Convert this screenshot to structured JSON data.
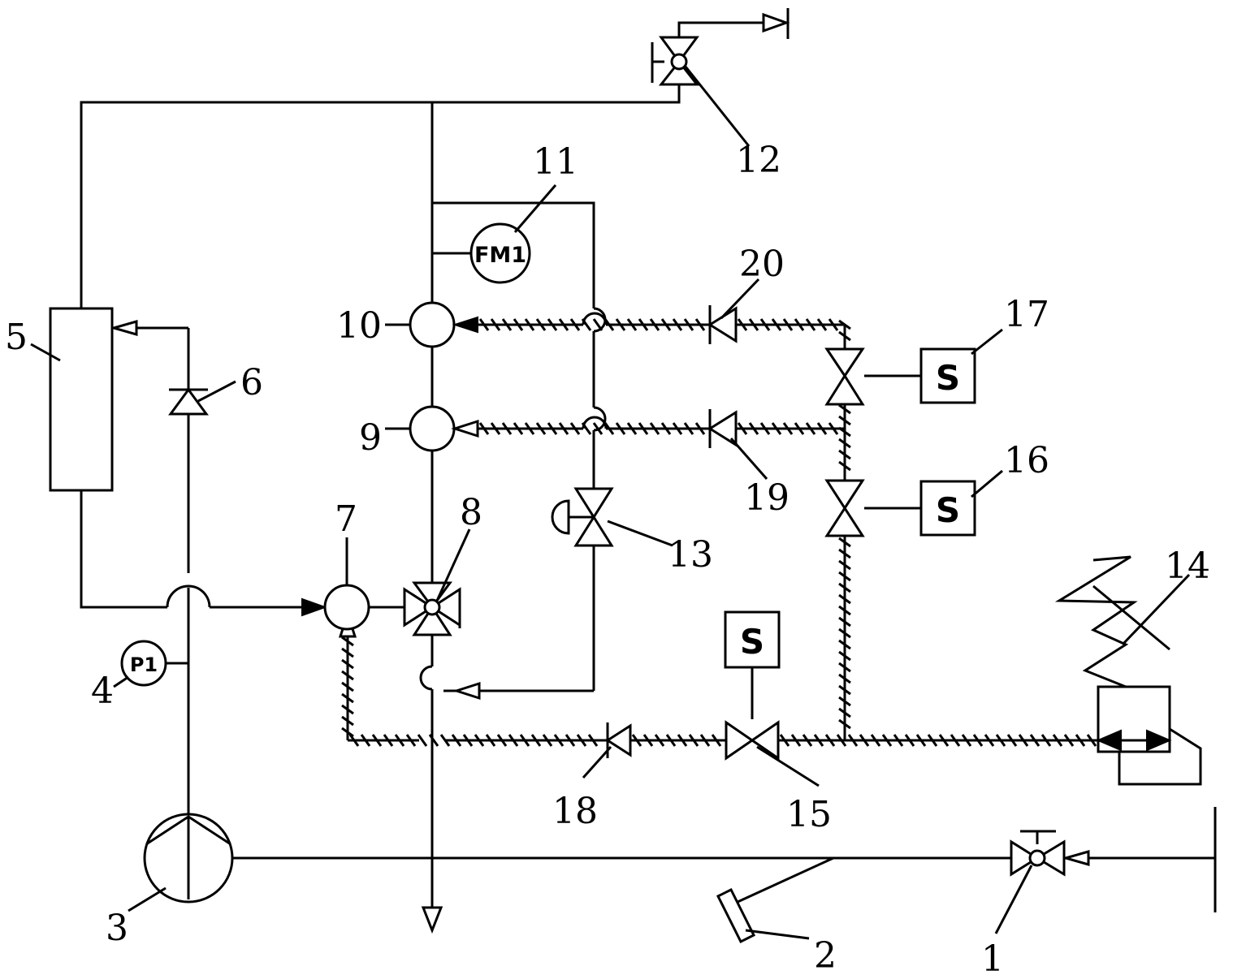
{
  "diagram": {
    "labels": {
      "n1": "1",
      "n2": "2",
      "n3": "3",
      "n4": "4",
      "n5": "5",
      "n6": "6",
      "n7": "7",
      "n8": "8",
      "n9": "9",
      "n10": "10",
      "n11": "11",
      "n12": "12",
      "n13": "13",
      "n14": "14",
      "n15": "15",
      "n16": "16",
      "n17": "17",
      "n18": "18",
      "n19": "19",
      "n20": "20"
    },
    "instruments": {
      "flow_meter": "FM1",
      "pressure_gauge": "P1"
    },
    "solenoid_symbol": "S"
  }
}
